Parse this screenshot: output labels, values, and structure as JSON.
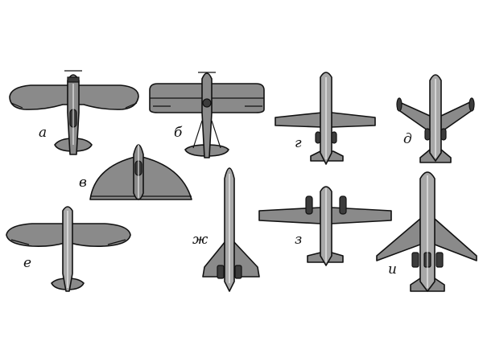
{
  "colors": {
    "fill": "#8a8a8a",
    "dark": "#555555",
    "outline": "#111111",
    "line": "#ffffff"
  },
  "planes": [
    {
      "id": "a",
      "label": "а"
    },
    {
      "id": "b",
      "label": "б"
    },
    {
      "id": "v",
      "label": "в"
    },
    {
      "id": "g",
      "label": "г"
    },
    {
      "id": "d",
      "label": "д"
    },
    {
      "id": "e",
      "label": "е"
    },
    {
      "id": "zh",
      "label": "ж"
    },
    {
      "id": "z",
      "label": "з"
    },
    {
      "id": "i",
      "label": "и"
    }
  ]
}
